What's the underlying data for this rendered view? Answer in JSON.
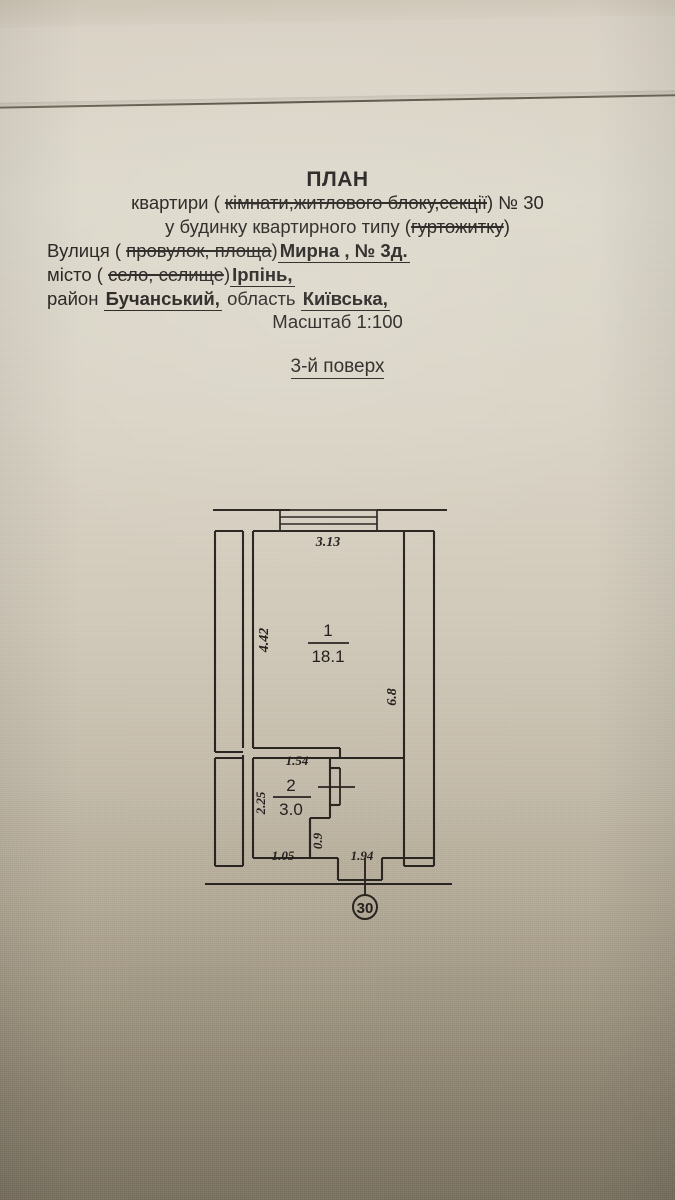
{
  "document": {
    "title": "ПЛАН",
    "line_apartment": {
      "prefix": "квартири ( ",
      "struck": "кімнати,житлового блоку,секції",
      "suffix": ") № 30"
    },
    "line_building": {
      "prefix": "у будинку квартирного типу (",
      "struck": "гуртожитку",
      "suffix": ")"
    },
    "line_street": {
      "label": "Вулиця ( ",
      "struck": "провулок, площа",
      "mid": ")",
      "value": "Мирна , № 3д."
    },
    "line_city": {
      "label": "місто ( ",
      "struck": "село, селище",
      "mid": ")",
      "value": "Ірпінь,"
    },
    "line_district": {
      "label": "район",
      "district_value": "Бучанський,",
      "region_label": "область",
      "region_value": "Київська,"
    },
    "scale": "Масштаб  1:100",
    "floor": "3-й поверх"
  },
  "plan": {
    "rooms": [
      {
        "number": "1",
        "area": "18.1"
      },
      {
        "number": "2",
        "area": "3.0"
      }
    ],
    "dimensions": {
      "room1_top": "3.13",
      "room1_left": "4.42",
      "right_overall": "6.8",
      "room2_top": "1.54",
      "room2_left": "2.25",
      "room2_bottom": "1.05",
      "corridor_width": "0.9",
      "bottom_right": "1.94"
    },
    "door_marker": "30"
  },
  "colors": {
    "ink": "#25211e",
    "paper_light": "#ded8cb",
    "paper_dark": "#7d7463"
  }
}
